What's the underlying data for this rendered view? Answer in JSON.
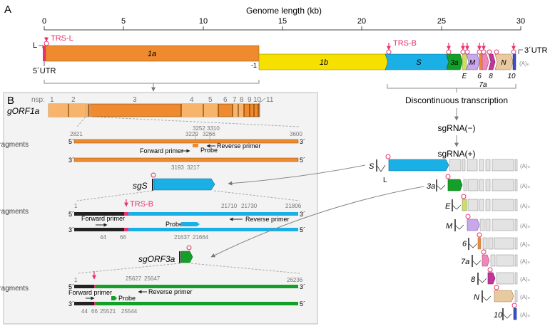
{
  "panels": {
    "a": "A",
    "b": "B"
  },
  "genome_axis": {
    "title": "Genome length (kb)",
    "ticks": [
      "0",
      "5",
      "10",
      "15",
      "20",
      "25",
      "30"
    ]
  },
  "genome": {
    "leader": "L",
    "trs_l": "TRS-L",
    "trs_b": "TRS-B",
    "utr5": "5´UTR",
    "utr3": "3´UTR",
    "frameshift": "-1",
    "poly_a": "(A)ₙ",
    "genes": {
      "orf1a": "1a",
      "orf1b": "1b",
      "s": "S",
      "orf3a": "3a",
      "e": "E",
      "m": "M",
      "orf6": "6",
      "orf7a": "7a",
      "orf8": "8",
      "n": "N",
      "orf10": "10"
    }
  },
  "flow": {
    "step1": "Discontinuous transcription",
    "step2": "sgRNA(−)",
    "step3": "sgRNA(+)"
  },
  "sgrnas": {
    "leader": "L",
    "labels": [
      "S",
      "3a",
      "E",
      "M",
      "6",
      "7a",
      "8",
      "N",
      "10"
    ],
    "poly_a": "(A)ₙ"
  },
  "panel_b": {
    "orf1a": {
      "title": "gORF1a",
      "nsp_label": "nsp:",
      "nsp": [
        "1",
        "2",
        "3",
        "4",
        "5",
        "6",
        "7",
        "8",
        "9",
        "10",
        "11"
      ],
      "fragment_label": "Gene fragments",
      "start": "2821",
      "end": "3600",
      "marks_top": [
        "3229",
        "3252",
        "3266",
        "3310"
      ],
      "marks_bottom": [
        "3193",
        "3217"
      ],
      "forward_primer": "Forward primer",
      "reverse_primer": "Reverse primer",
      "probe": "Probe"
    },
    "sgs": {
      "title": "sgS",
      "fragment_label": "Gene fragments",
      "trs_b": "TRS-B",
      "start": "1",
      "end": "21806",
      "marks_top": [
        "21710",
        "21730"
      ],
      "marks_bottom": [
        "44",
        "66",
        "21637",
        "21664"
      ],
      "forward_primer": "Forward primer",
      "reverse_primer": "Reverse primer",
      "probe": "Probe"
    },
    "sgorf3a": {
      "title": "sgORF3a",
      "fragment_label": "Gene fragments",
      "start": "1",
      "end": "26236",
      "marks_top": [
        "25627",
        "25647"
      ],
      "marks_bottom": [
        "44",
        "66",
        "25521",
        "25544"
      ],
      "forward_primer": "Forward primer",
      "reverse_primer": "Reverse primer",
      "probe": "Probe"
    },
    "strand_5": "5´",
    "strand_3": "3´"
  },
  "colors": {
    "orange": "#f08a2e",
    "light_orange": "#f7b46a",
    "yellow": "#f5e000",
    "cyan": "#1ab0e6",
    "green": "#14a028",
    "lime": "#cfe05a",
    "lilac": "#c9a8ea",
    "pink": "#ee88b8",
    "magenta": "#c2359a",
    "tan": "#e8c9a0",
    "blue": "#3a4fc4",
    "red_trs": "#e8336d",
    "grey_box": "#e3e3e3",
    "panel_bg": "#f3f3f3"
  }
}
